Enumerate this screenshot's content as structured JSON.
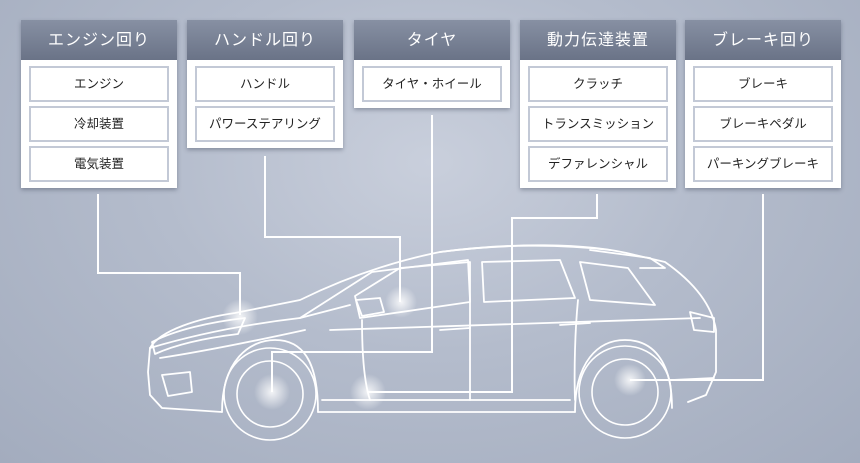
{
  "cards": [
    {
      "title": "エンジン回り",
      "items": [
        "エンジン",
        "冷却装置",
        "電気装置"
      ]
    },
    {
      "title": "ハンドル回り",
      "items": [
        "ハンドル",
        "パワーステアリング"
      ]
    },
    {
      "title": "タイヤ",
      "items": [
        "タイヤ・ホイール"
      ]
    },
    {
      "title": "動力伝達装置",
      "items": [
        "クラッチ",
        "トランスミッション",
        "デファレンシャル"
      ]
    },
    {
      "title": "ブレーキ回り",
      "items": [
        "ブレーキ",
        "ブレーキペダル",
        "パーキングブレーキ"
      ]
    }
  ]
}
